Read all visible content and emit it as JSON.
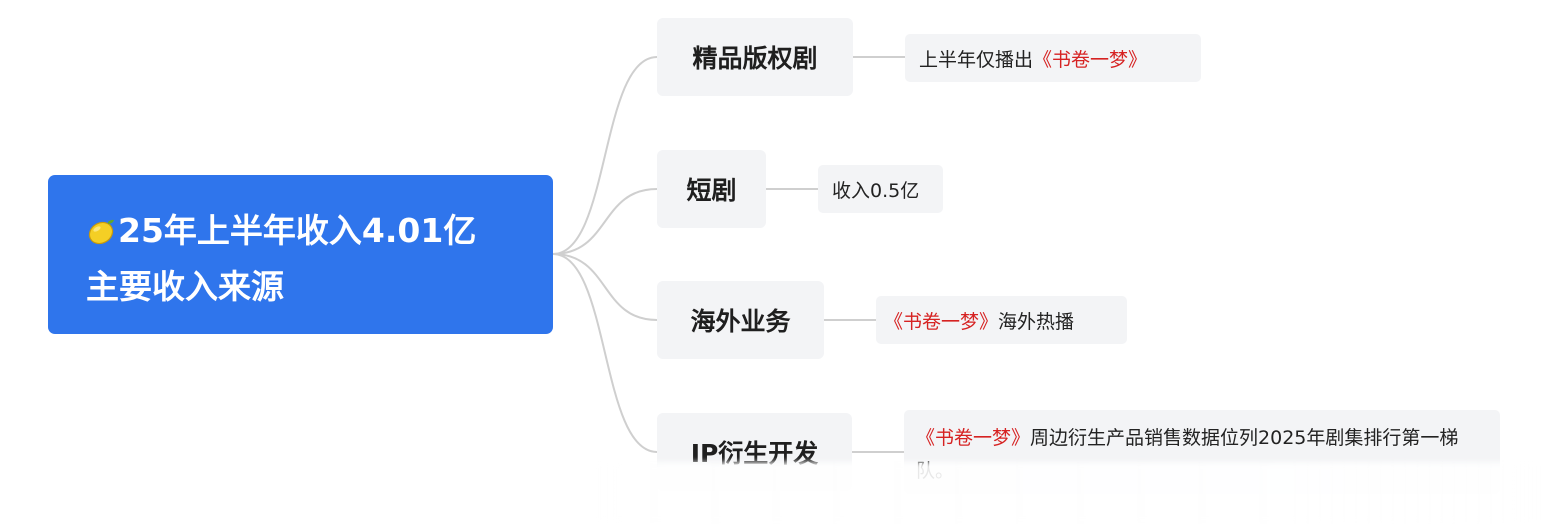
{
  "root": {
    "icon": "lemon-icon",
    "line1": "25年上半年收入4.01亿",
    "line2": "主要收入来源",
    "color": "#2f75ec"
  },
  "branches": [
    {
      "label": "精品版权剧",
      "leaf": [
        {
          "text": "上半年仅播出",
          "highlight": false
        },
        {
          "text": "《书卷一梦》",
          "highlight": true
        }
      ]
    },
    {
      "label": "短剧",
      "leaf": [
        {
          "text": "收入0.5亿",
          "highlight": false
        }
      ]
    },
    {
      "label": "海外业务",
      "leaf": [
        {
          "text": "《书卷一梦》",
          "highlight": true
        },
        {
          "text": "海外热播",
          "highlight": false
        }
      ]
    },
    {
      "label": "IP衍生开发",
      "leaf": [
        {
          "text": "《书卷一梦》",
          "highlight": true
        },
        {
          "text": "周边衍生产品销售数据位列2025年剧集排行第一梯队。",
          "highlight": false
        }
      ]
    }
  ],
  "colors": {
    "highlight": "#d62222",
    "node_bg": "#f3f4f6",
    "connector": "#cfcfcf"
  }
}
